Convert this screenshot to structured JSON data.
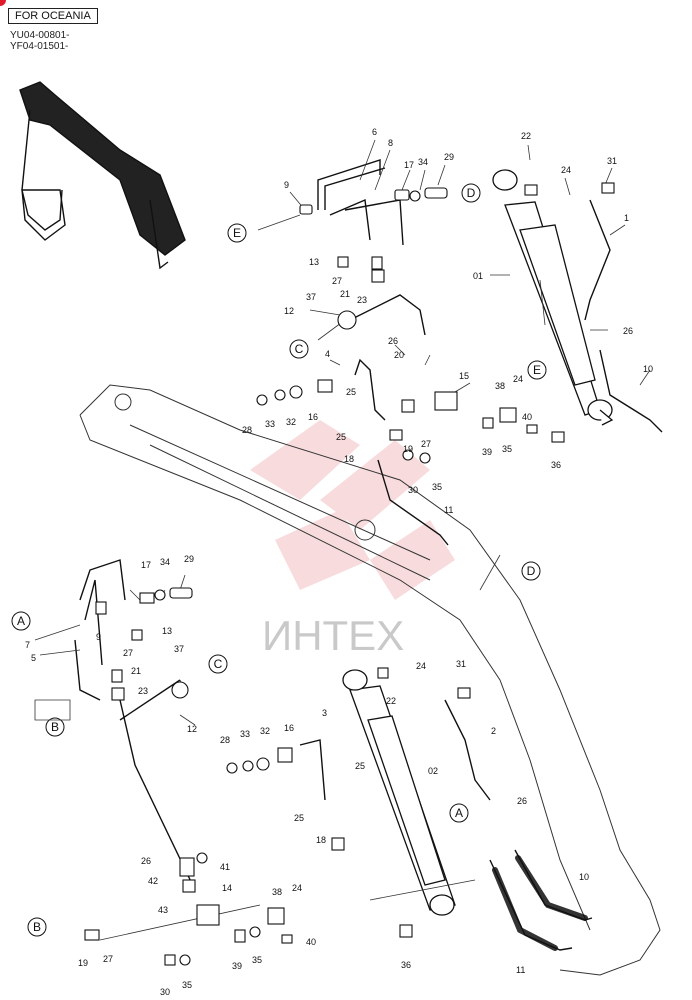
{
  "header": {
    "region": "FOR OCEANIA",
    "serials": [
      "YU04-00801-",
      "YF04-01501-"
    ]
  },
  "watermark": {
    "text": "ИНТЕХ",
    "color": "#e8a2a6"
  },
  "callouts": [
    "A",
    "B",
    "C",
    "D",
    "E"
  ],
  "parts": {
    "p1": "1",
    "p2": "2",
    "p3": "3",
    "p4": "4",
    "p5": "5",
    "p6": "6",
    "p7": "7",
    "p8": "8",
    "p9": "9",
    "p10": "10",
    "p11": "11",
    "p12": "12",
    "p13": "13",
    "p14": "14",
    "p15": "15",
    "p16": "16",
    "p17": "17",
    "p18": "18",
    "p19": "19",
    "p20": "20",
    "p21": "21",
    "p22": "22",
    "p23": "23",
    "p24": "24",
    "p25": "25",
    "p26": "26",
    "p27": "27",
    "p28": "28",
    "p29": "29",
    "p30": "30",
    "p31": "31",
    "p32": "32",
    "p33": "33",
    "p34": "34",
    "p35": "35",
    "p36": "36",
    "p37": "37",
    "p38": "38",
    "p39": "39",
    "p40": "40",
    "p41": "41",
    "p42": "42",
    "p43": "43",
    "p01": "01",
    "p02": "02"
  }
}
